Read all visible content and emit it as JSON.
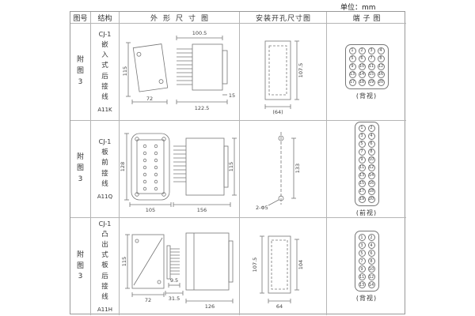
{
  "unit_label": "单位：mm",
  "headers": {
    "fig": "图号",
    "structure": "结构",
    "outline": "外形尺寸图",
    "install": "安装开孔尺寸图",
    "terminal": "端子图"
  },
  "rows": [
    {
      "fig_no": "附图3",
      "model": "CJ-1",
      "desc": "嵌入式后接线",
      "code": "A11K",
      "outline": {
        "height": "115",
        "width": "72",
        "depth": "100.5",
        "total_depth": "122.5",
        "flange": "15"
      },
      "install": {
        "height": "107.5",
        "width": "(64)"
      },
      "terminal": {
        "caption": "(背视)",
        "cols": 4,
        "numbers": [
          1,
          2,
          3,
          4,
          5,
          6,
          7,
          8,
          9,
          10,
          11,
          12,
          13,
          14,
          15,
          16,
          17,
          18,
          19,
          20
        ]
      }
    },
    {
      "fig_no": "附图3",
      "model": "CJ-1",
      "desc": "板前接线",
      "code": "A11Q",
      "outline": {
        "height": "128",
        "width": "105",
        "depth": "156",
        "side_height": "115"
      },
      "install": {
        "hole_span": "133",
        "hole_label": "2-Φ5"
      },
      "terminal": {
        "caption": "(前视)",
        "cols": 2,
        "numbers": [
          1,
          2,
          3,
          4,
          5,
          6,
          7,
          8,
          9,
          10,
          11,
          12,
          13,
          14,
          15,
          16,
          17,
          18,
          19,
          20
        ]
      }
    },
    {
      "fig_no": "附图3",
      "model": "CJ-1",
      "desc": "凸出式板后接线",
      "code": "A11H",
      "outline": {
        "height": "115",
        "width": "72",
        "pin_depth": "9.5",
        "base_depth": "31.5",
        "total_depth": "126"
      },
      "install": {
        "height": "107.5",
        "inner_height": "104",
        "width": "64"
      },
      "terminal": {
        "caption": "(背视)",
        "cols": 2,
        "numbers": [
          1,
          2,
          3,
          4,
          5,
          6,
          7,
          8,
          9,
          10,
          11,
          12,
          13,
          14
        ]
      }
    }
  ]
}
